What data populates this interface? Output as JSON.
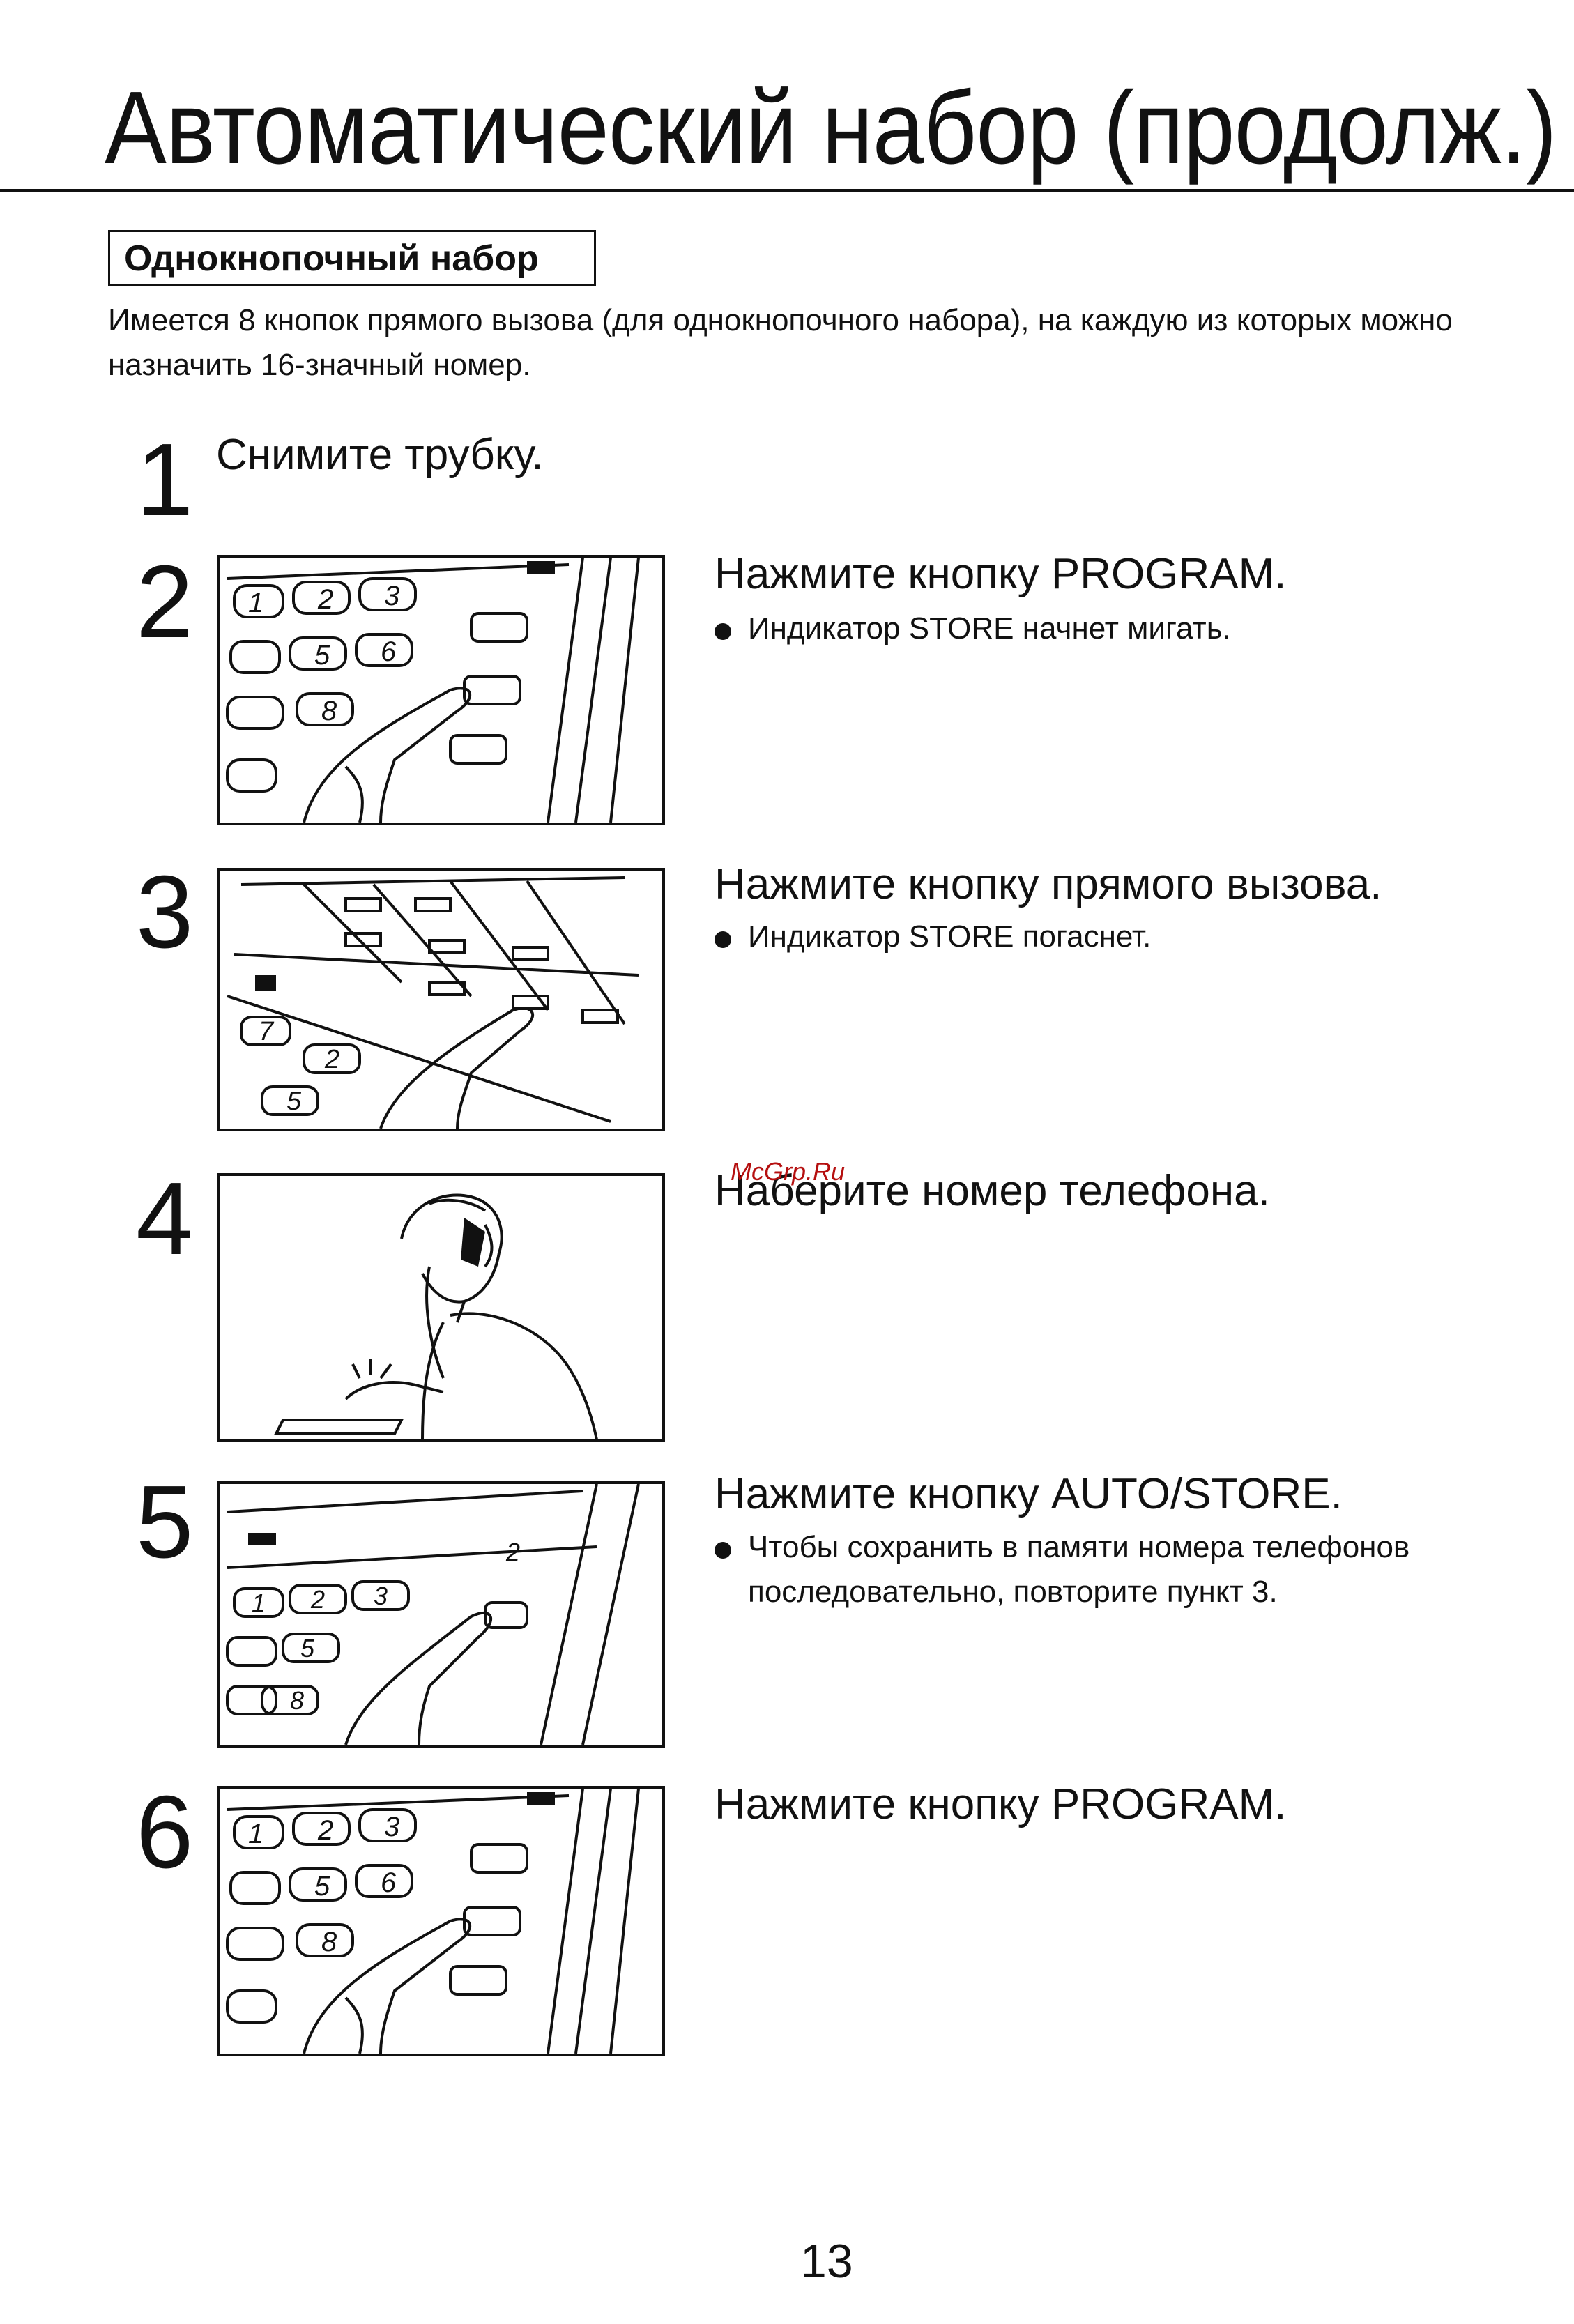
{
  "header": {
    "title": "Автоматический набор (продолж.)"
  },
  "section": {
    "heading": "Однокнопочный набор",
    "intro": "Имеется 8 кнопок прямого вызова (для однокнопочного набора), на каждую из которых можно назначить 16-значный номер."
  },
  "steps": [
    {
      "num": "1",
      "text": "Снимите трубку."
    },
    {
      "num": "2",
      "text": "Нажмите кнопку PROGRAM.",
      "note": "Индикатор STORE начнет мигать."
    },
    {
      "num": "3",
      "text": "Нажмите кнопку прямого вызова.",
      "note": "Индикатор STORE погаснет."
    },
    {
      "num": "4",
      "text": "Наберите номер телефона."
    },
    {
      "num": "5",
      "text": "Нажмите кнопку AUTO/STORE.",
      "note": "Чтобы сохранить в памяти номера телефонов последовательно, повторите пункт 3."
    },
    {
      "num": "6",
      "text": "Нажмите кнопку PROGRAM."
    }
  ],
  "watermark": "McGrp.Ru",
  "footer": {
    "page_number": "13"
  }
}
